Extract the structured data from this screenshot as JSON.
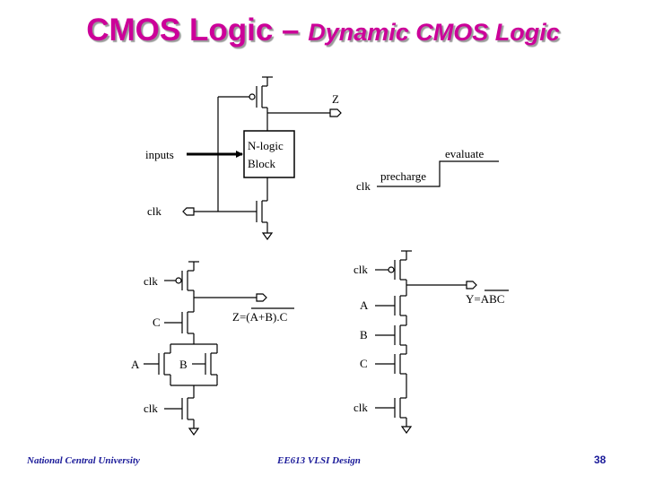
{
  "slide": {
    "title_main": "CMOS Logic – ",
    "title_sub": "Dynamic CMOS Logic"
  },
  "diagram1": {
    "output_label": "Z",
    "block_line1": "N-logic",
    "block_line2": "Block",
    "inputs_label": "inputs",
    "clk_label": "clk"
  },
  "timing": {
    "clk_label": "clk",
    "precharge_label": "precharge",
    "evaluate_label": "evaluate",
    "precharge_color": "#cc0000",
    "evaluate_color": "#0000cc"
  },
  "diagram2": {
    "clk_top_label": "clk",
    "clk_bottom_label": "clk",
    "c_label": "C",
    "a_label": "A",
    "b_label": "B",
    "output_label": "Z=(A+B).C"
  },
  "diagram3": {
    "clk_top_label": "clk",
    "clk_bottom_label": "clk",
    "a_label": "A",
    "b_label": "B",
    "c_label": "C",
    "output_label": "Y=ABC"
  },
  "footer": {
    "left": "National Central University",
    "center": "EE613 VLSI Design",
    "page": "38"
  },
  "colors": {
    "title": "#cc0099",
    "footer": "#1a1a99"
  }
}
